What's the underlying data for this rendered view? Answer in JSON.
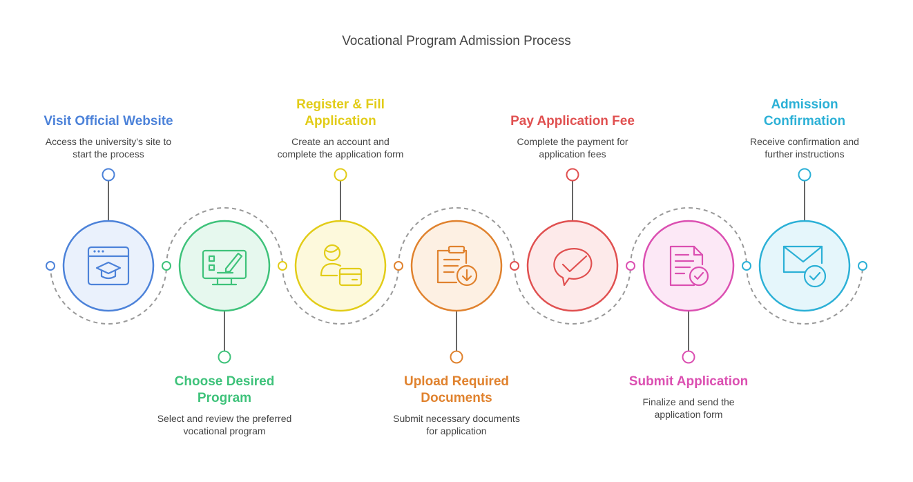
{
  "diagram": {
    "title": "Vocational Program Admission Process",
    "steps": [
      {
        "title_lines": [
          "Visit Official Website"
        ],
        "desc_lines": [
          "Access the university's site to",
          "start the process"
        ],
        "color": "#4c82d9",
        "fill": "#eaf1fc",
        "icon": "browser-graduation-cap-icon"
      },
      {
        "title_lines": [
          "Choose Desired",
          "Program"
        ],
        "desc_lines": [
          "Select and review the preferred",
          "vocational program"
        ],
        "color": "#3ec27a",
        "fill": "#e6f8ee",
        "icon": "monitor-checklist-pencil-icon"
      },
      {
        "title_lines": [
          "Register & Fill",
          "Application"
        ],
        "desc_lines": [
          "Create an account and",
          "complete the application form"
        ],
        "color": "#e2cc18",
        "fill": "#fdf9dc",
        "icon": "user-id-card-icon"
      },
      {
        "title_lines": [
          "Upload Required",
          "Documents"
        ],
        "desc_lines": [
          "Submit necessary documents",
          "for application"
        ],
        "color": "#e0822e",
        "fill": "#fdf0e3",
        "icon": "clipboard-download-icon"
      },
      {
        "title_lines": [
          "Pay Application Fee"
        ],
        "desc_lines": [
          "Complete the payment for",
          "application fees"
        ],
        "color": "#e05050",
        "fill": "#fdeaea",
        "icon": "speech-bubble-check-icon"
      },
      {
        "title_lines": [
          "Submit Application"
        ],
        "desc_lines": [
          "Finalize and send the",
          "application form"
        ],
        "color": "#db4fb1",
        "fill": "#fce8f6",
        "icon": "document-check-icon"
      },
      {
        "title_lines": [
          "Admission",
          "Confirmation"
        ],
        "desc_lines": [
          "Receive confirmation and",
          "further instructions"
        ],
        "color": "#2bb0d6",
        "fill": "#e5f6fb",
        "icon": "envelope-check-icon"
      }
    ]
  }
}
